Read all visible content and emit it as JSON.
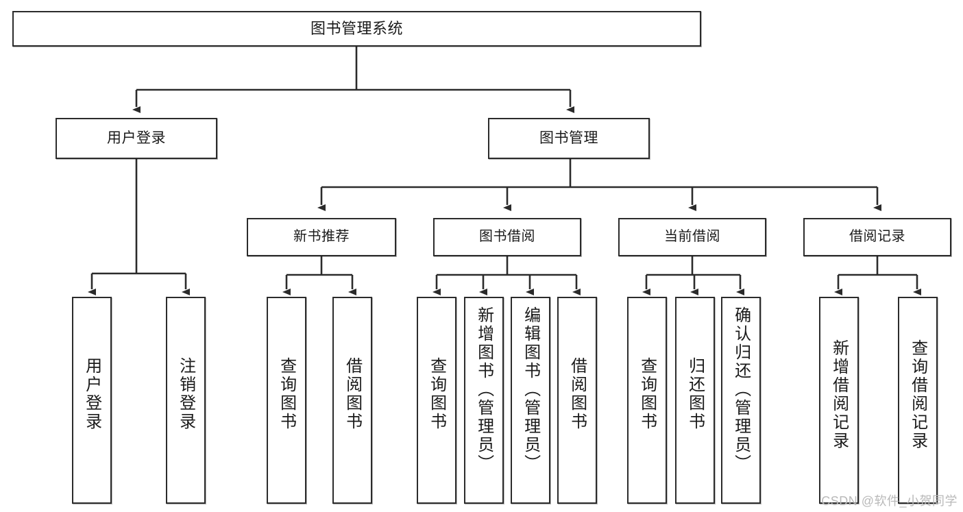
{
  "diagram": {
    "title": "图书管理系统",
    "type": "tree",
    "watermark": "CSDN @软件_小贺同学",
    "colors": {
      "border": "#2b2b2b",
      "background": "#ffffff",
      "text": "#1a1a1a",
      "connector": "#2b2b2b",
      "watermark": "#b9b9b9"
    }
  },
  "nodes": {
    "root": {
      "label": "图书管理系统"
    },
    "level1": [
      {
        "label": "用户登录"
      },
      {
        "label": "图书管理"
      }
    ],
    "level2": [
      {
        "label": "新书推荐"
      },
      {
        "label": "图书借阅"
      },
      {
        "label": "当前借阅"
      },
      {
        "label": "借阅记录"
      }
    ],
    "leaves": {
      "user_login": [
        {
          "label": "用户登录"
        },
        {
          "label": "注销登录"
        }
      ],
      "new_book": [
        {
          "label": "查询图书"
        },
        {
          "label": "借阅图书"
        }
      ],
      "book_borrow": [
        {
          "label": "查询图书"
        },
        {
          "label": "新增图书（管理员）"
        },
        {
          "label": "编辑图书（管理员）"
        },
        {
          "label": "借阅图书"
        }
      ],
      "current_borrow": [
        {
          "label": "查询图书"
        },
        {
          "label": "归还图书"
        },
        {
          "label": "确认归还（管理员）"
        }
      ],
      "borrow_record": [
        {
          "label": "新增借阅记录"
        },
        {
          "label": "查询借阅记录"
        }
      ]
    }
  }
}
